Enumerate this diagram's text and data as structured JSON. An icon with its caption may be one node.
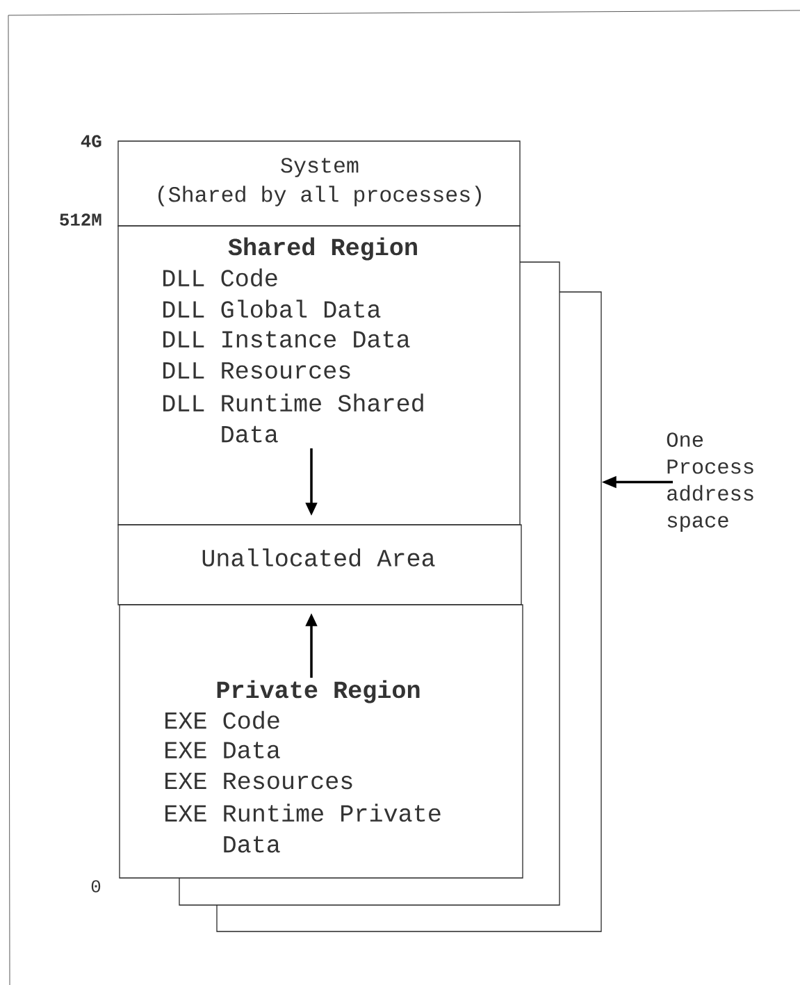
{
  "diagram": {
    "nodes": [
      {
        "text": [
          "System",
          "(Shared by all processes)"
        ]
      },
      {
        "text": [
          "Shared Region",
          "DLL Code",
          "DLL Global Data",
          "DLL Instance Data",
          "DLL Resources",
          "DLL Runtime Shared Data"
        ]
      },
      {
        "text": [
          "Unallocated Area"
        ]
      },
      {
        "text": [
          "Private Region",
          "EXE Code",
          "EXE Data",
          "EXE Resources",
          "EXE Runtime Private Data"
        ]
      },
      {
        "text": [],
        "shape": "box"
      },
      {
        "text": [],
        "shape": "box"
      },
      {
        "text": [
          "One Process address space"
        ]
      }
    ],
    "edges": [
      {
        "from": 6,
        "to": 5,
        "arrow": "to"
      }
    ],
    "labels": [
      "4G",
      "512M",
      "0"
    ]
  }
}
